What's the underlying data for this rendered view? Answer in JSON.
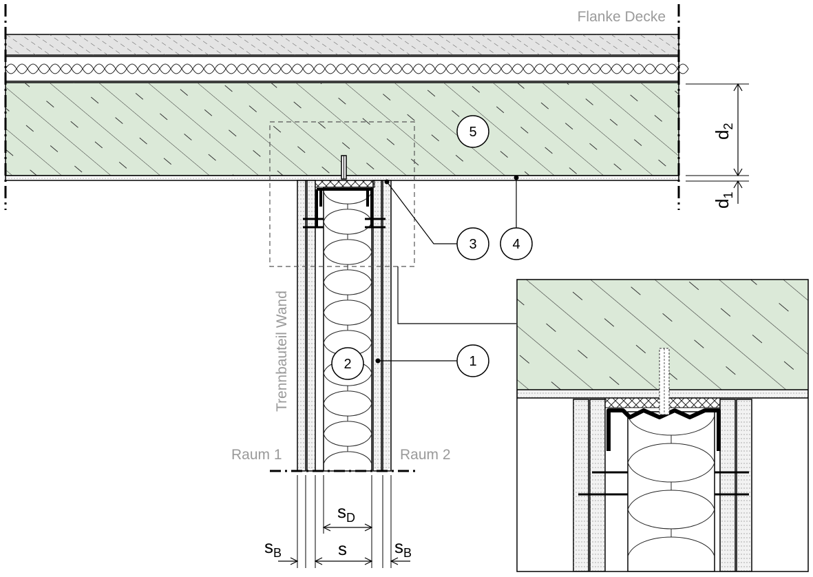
{
  "labels": {
    "flank_ceiling": "Flanke Decke",
    "separating_wall": "Trennbauteil Wand",
    "room_1": "Raum 1",
    "room_2": "Raum 2"
  },
  "dimensions": {
    "d2_main": "d",
    "d2_sub": "2",
    "d1_main": "d",
    "d1_sub": "1",
    "sd_main": "s",
    "sd_sub": "D",
    "s": "s",
    "sb_left_main": "s",
    "sb_left_sub": "B",
    "sb_right_main": "s",
    "sb_right_sub": "B"
  },
  "callouts": [
    "1",
    "2",
    "3",
    "4",
    "5"
  ],
  "colors": {
    "concrete_fill": "#dbe9d8",
    "screed_fill": "#e4e4e4",
    "insulation_fill": "#ffffff",
    "line": "#000000",
    "grey_text": "#9a9a9a",
    "detail_dash": "#555555"
  }
}
